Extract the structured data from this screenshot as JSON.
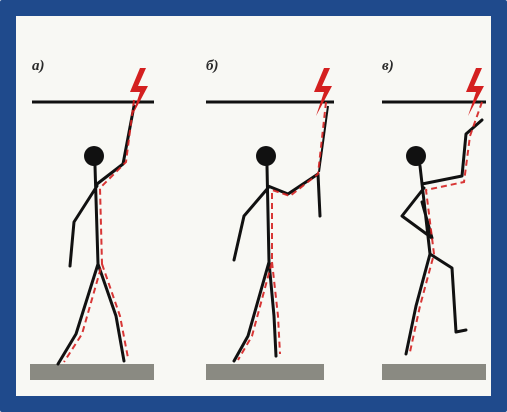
{
  "panels": [
    {
      "label": "а)"
    },
    {
      "label": "б)"
    },
    {
      "label": "в)"
    }
  ],
  "colors": {
    "frame": "#1f4a8c",
    "background": "#f8f8f4",
    "figure": "#111111",
    "current_path": "#d42020",
    "ground": "#8a8a82",
    "wire": "#111111"
  },
  "icons": [
    "lightning-bolt-icon",
    "person-figure-icon"
  ]
}
